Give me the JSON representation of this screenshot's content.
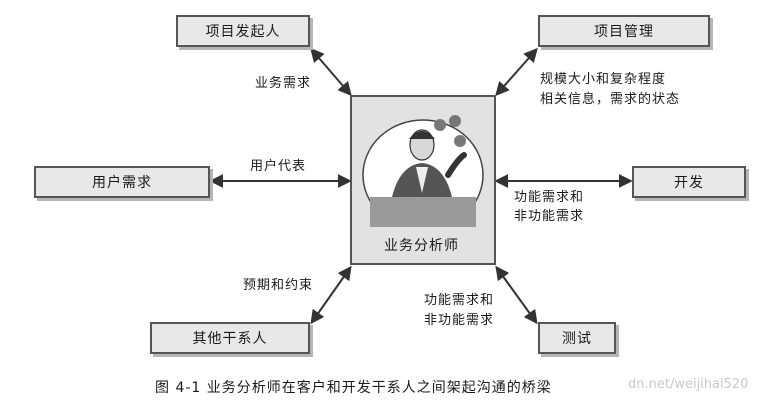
{
  "nodes": {
    "sponsor": "项目发起人",
    "pm": "项目管理",
    "user_needs": "用户需求",
    "dev": "开发",
    "other_stakeholders": "其他干系人",
    "test": "测试",
    "center": "业务分析师"
  },
  "edges": {
    "sponsor_label": "业务需求",
    "pm_label_1": "规模大小和复杂程度",
    "pm_label_2": "相关信息，需求的状态",
    "user_label": "用户代表",
    "dev_label_1": "功能需求和",
    "dev_label_2": "非功能需求",
    "other_label": "预期和约束",
    "test_label_1": "功能需求和",
    "test_label_2": "非功能需求"
  },
  "caption": "图 4-1   业务分析师在客户和开发干系人之间架起沟通的桥梁",
  "watermark": "dn.net/weijihai520"
}
